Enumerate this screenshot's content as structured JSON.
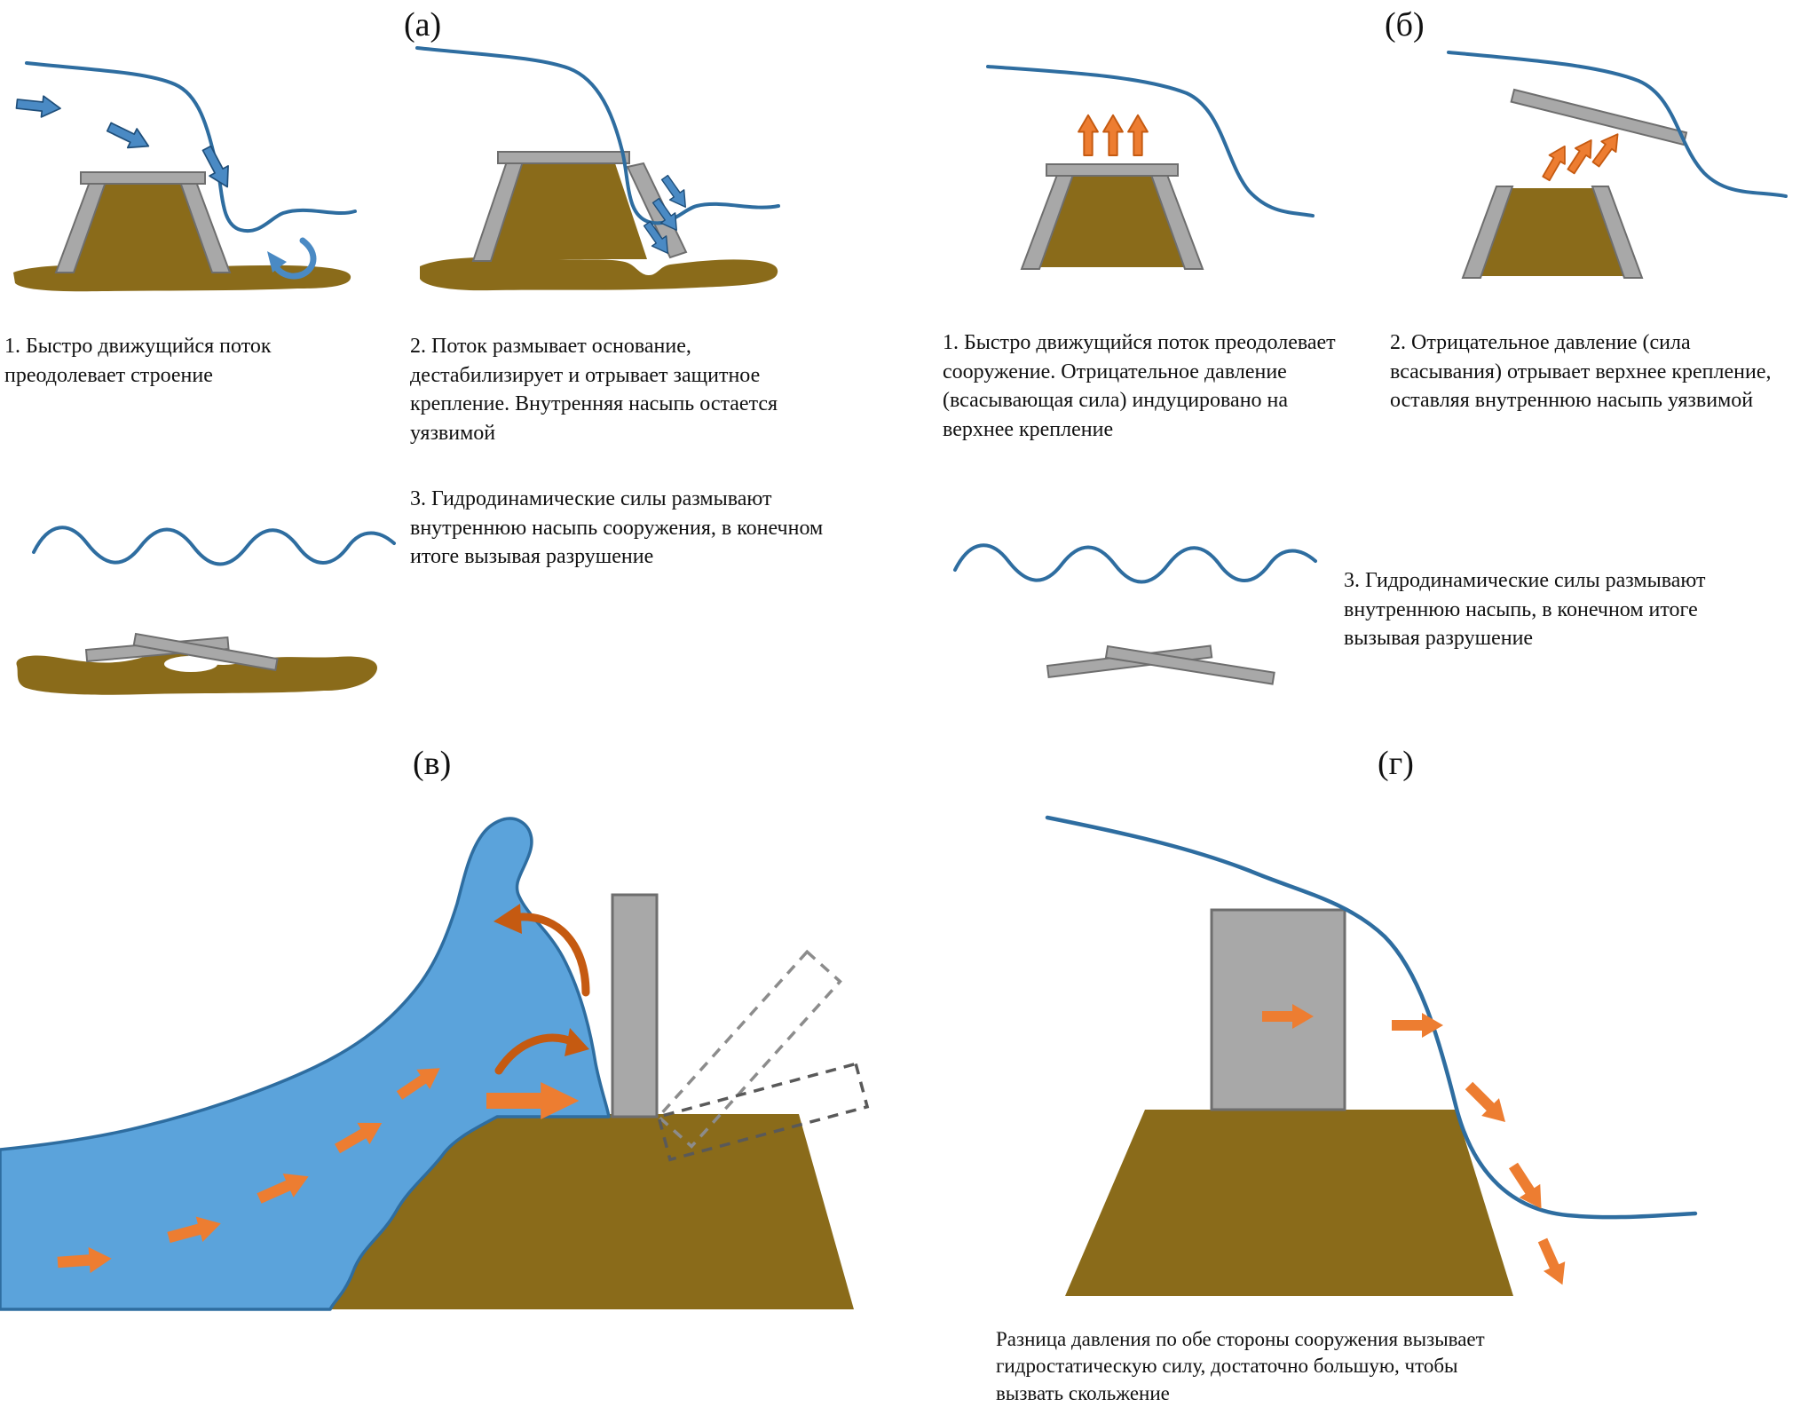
{
  "figure": {
    "panels": {
      "a": {
        "label": "(а)",
        "captions": {
          "step1": "1. Быстро движущийся поток\nпреодолевает строение",
          "step2": "2. Поток размывает основание,\nдестабилизирует и отрывает защитное\nкрепление. Внутренняя насыпь остается\nуязвимой",
          "step3": "3. Гидродинамические силы размывают\nвнутреннюю насыпь сооружения, в конечном\nитоге вызывая разрушение"
        }
      },
      "b": {
        "label": "(б)",
        "captions": {
          "step1": "1. Быстро движущийся поток преодолевает\nсооружение. Отрицательное давление\n(всасывающая сила) индуцировано на\nверхнее крепление",
          "step2": "2. Отрицательное давление (сила\nвсасывания) отрывает верхнее крепление,\nоставляя внутреннюю насыпь уязвимой",
          "step3": "3. Гидродинамические силы размывают\nвнутреннюю насыпь, в конечном итоге\nвызывая разрушение"
        }
      },
      "v": {
        "label": "(в)"
      },
      "g": {
        "label": "(г)",
        "caption": "Разница давления по обе стороны сооружения вызывает\nгидростатическую силу, достаточно большую, чтобы\nвызвать скольжение"
      }
    },
    "colors": {
      "embankment_brown": "#8a6b1a",
      "water_line_blue": "#2e6da0",
      "water_fill_blue": "#5ba3db",
      "flow_arrow_blue": "#4a8ac4",
      "flow_arrow_blue_outline": "#1f4e79",
      "suction_arrow_orange": "#ed7d31",
      "suction_arrow_outline": "#c55a11",
      "overturn_arrow_dark_orange": "#c55a11",
      "structure_gray": "#a8a8a8",
      "structure_gray_outline": "#6e6e6e",
      "dashed_outline_gray": "#8c8c8c",
      "dashed_outline_dark": "#595959",
      "text": "#111111"
    }
  }
}
